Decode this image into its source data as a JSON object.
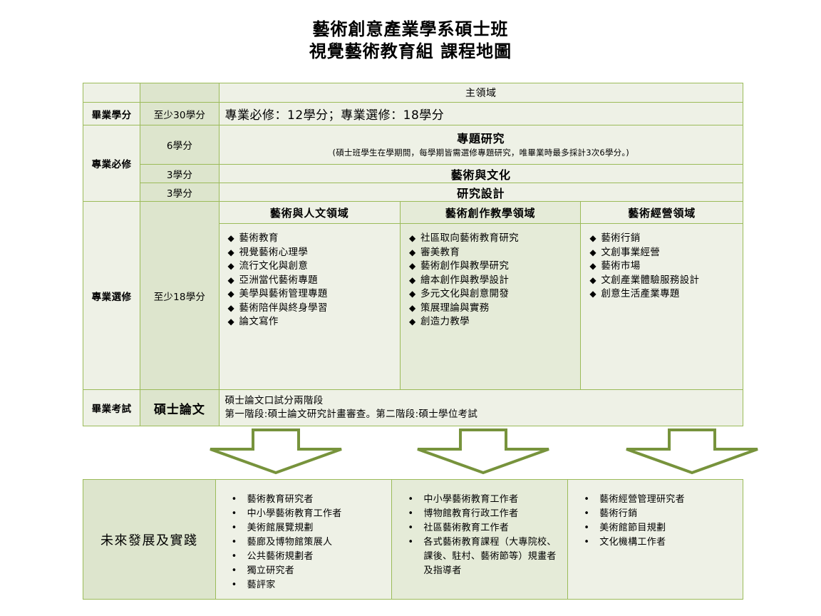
{
  "title": {
    "line1": "藝術創意產業學系碩士班",
    "line2": "視覺藝術教育組  課程地圖"
  },
  "main_table": {
    "main_domain_header": "主領域",
    "rows": {
      "graduation_credits": {
        "label": "畢業學分",
        "credit": "至少30學分",
        "content": "專業必修：12學分；專業選修：18學分"
      },
      "required": {
        "label": "專業必修",
        "items": [
          {
            "credit": "6學分",
            "title": "專題研究",
            "note": "(碩士班學生在學期間，每學期皆需選修專題研究，唯畢業時最多採計3次6學分。)"
          },
          {
            "credit": "3學分",
            "title": "藝術與文化",
            "note": ""
          },
          {
            "credit": "3學分",
            "title": "研究設計",
            "note": ""
          }
        ]
      },
      "elective": {
        "label": "專業選修",
        "credit": "至少18學分",
        "domains": [
          {
            "name": "藝術與人文領域",
            "courses": [
              "藝術教育",
              "視覺藝術心理學",
              "流行文化與創意",
              "亞洲當代藝術專題",
              "美學與藝術管理專題",
              "藝術陪伴與終身學習",
              "論文寫作"
            ]
          },
          {
            "name": "藝術創作教學領域",
            "courses": [
              "社區取向藝術教育研究",
              "審美教育",
              "藝術創作與教學研究",
              "繪本創作與教學設計",
              "多元文化與創意開發",
              "策展理論與實務",
              "創造力教學"
            ]
          },
          {
            "name": "藝術經營領域",
            "courses": [
              "藝術行銷",
              "文創事業經營",
              "藝術市場",
              "文創產業體驗服務設計",
              "創意生活產業專題"
            ]
          }
        ]
      },
      "exam": {
        "label": "畢業考試",
        "credit": "碩士論文",
        "content_line1": "碩士論文口試分兩階段",
        "content_line2": "第一階段:碩士論文研究計畫審查。第二階段:碩士學位考試"
      }
    }
  },
  "bottom_table": {
    "label": "未來發展及實踐",
    "columns": [
      {
        "items": [
          "藝術教育研究者",
          "中小學藝術教育工作者",
          "美術館展覽規劃",
          "藝廊及博物館策展人",
          "公共藝術規劃者",
          "獨立研究者",
          "藝評家"
        ]
      },
      {
        "items": [
          "中小學藝術教育工作者",
          "博物館教育行政工作者",
          "社區藝術教育工作者",
          "各式藝術教育課程（大專院校、課後、駐村、藝術節等）規畫者及指導者"
        ]
      },
      {
        "items": [
          "藝術經營管理研究者",
          "藝術行銷",
          "美術館節目規劃",
          "文化機構工作者"
        ]
      }
    ]
  },
  "icons": {
    "diamond_bullet": "◆",
    "dot_bullet": "•"
  },
  "colors": {
    "border_green": "#9bbb59",
    "arrow_green": "#77933c",
    "cell_light": "#eef1e6",
    "cell_mid": "#e5ebd8",
    "cell_dark": "#dde5cd"
  }
}
